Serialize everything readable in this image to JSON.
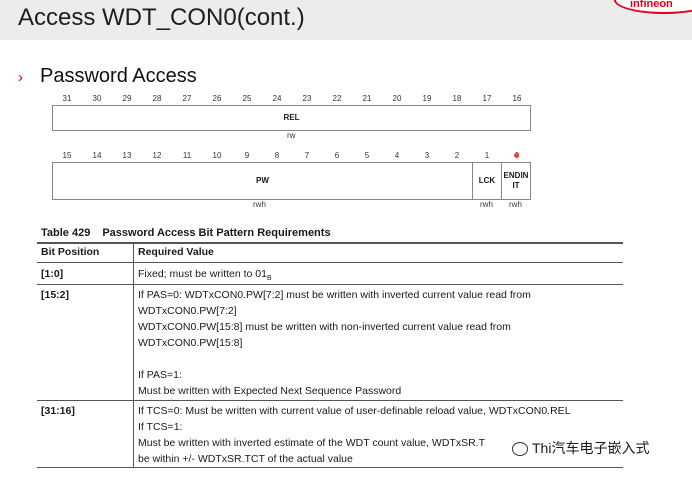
{
  "header": {
    "title": "Access WDT_CON0(cont.)",
    "logo_text": "infineon"
  },
  "section": {
    "bullet": "›",
    "title": "Password Access"
  },
  "upper_register": {
    "bits": [
      "31",
      "30",
      "29",
      "28",
      "27",
      "26",
      "25",
      "24",
      "23",
      "22",
      "21",
      "20",
      "19",
      "18",
      "17",
      "16"
    ],
    "fields": [
      {
        "name": "REL",
        "access": "rw"
      }
    ]
  },
  "lower_register": {
    "bits": [
      "15",
      "14",
      "13",
      "12",
      "11",
      "10",
      "9",
      "8",
      "7",
      "6",
      "5",
      "4",
      "3",
      "2",
      "1",
      "0"
    ],
    "fields": [
      {
        "name": "PW",
        "access": "rwh"
      },
      {
        "name": "LCK",
        "access": "rwh"
      },
      {
        "name": "ENDINIT",
        "line1": "ENDIN",
        "line2": "IT",
        "access": "rwh"
      }
    ]
  },
  "table": {
    "caption_number": "Table 429",
    "caption_text": "Password Access Bit Pattern Requirements",
    "headers": [
      "Bit Position",
      "Required Value"
    ],
    "rows": [
      {
        "bit": "[1:0]",
        "lines": [
          "Fixed; must be written to 01"
        ],
        "subscript": "B"
      },
      {
        "bit": "[15:2]",
        "lines": [
          "If PAS=0:  WDTxCON0.PW[7:2] must be written with inverted current value read from",
          "WDTxCON0.PW[7:2]",
          "WDTxCON0.PW[15:8] must be written with non-inverted current value read from",
          "WDTxCON0.PW[15:8]",
          "",
          "If PAS=1:",
          "Must be written with Expected Next Sequence Password"
        ]
      },
      {
        "bit": "[31:16]",
        "lines": [
          "If TCS=0: Must be written with current value of user-definable reload value, WDTxCON0.REL",
          "If TCS=1:",
          "Must be written with inverted estimate of the WDT count value, WDTxSR.T",
          "be within +/- WDTxSR.TCT of the actual value"
        ]
      }
    ]
  },
  "watermark": {
    "text": "汽车电子嵌入式",
    "fragment": "Thi"
  }
}
